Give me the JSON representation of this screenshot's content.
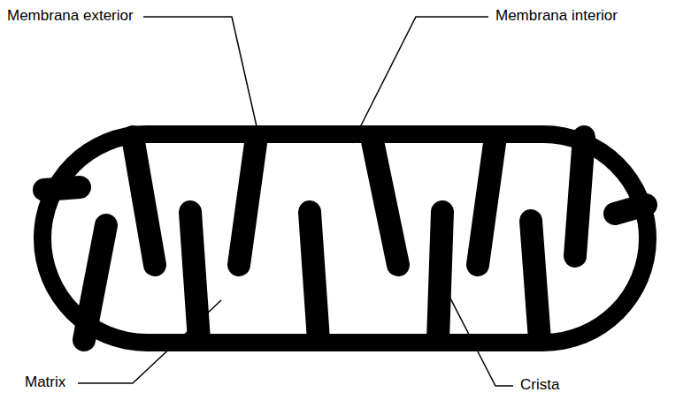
{
  "diagram": {
    "labels": [
      "Membrana exterior",
      "Membrana interior",
      "Matrix",
      "Crista"
    ]
  }
}
